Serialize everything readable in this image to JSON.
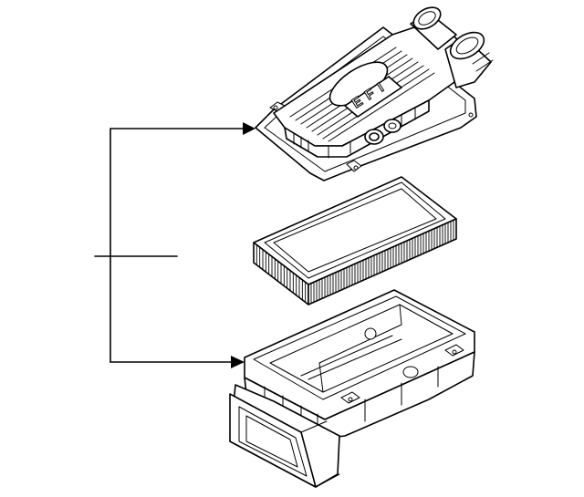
{
  "diagram": {
    "cover_logo_letters": [
      "E",
      "F",
      "I"
    ]
  }
}
